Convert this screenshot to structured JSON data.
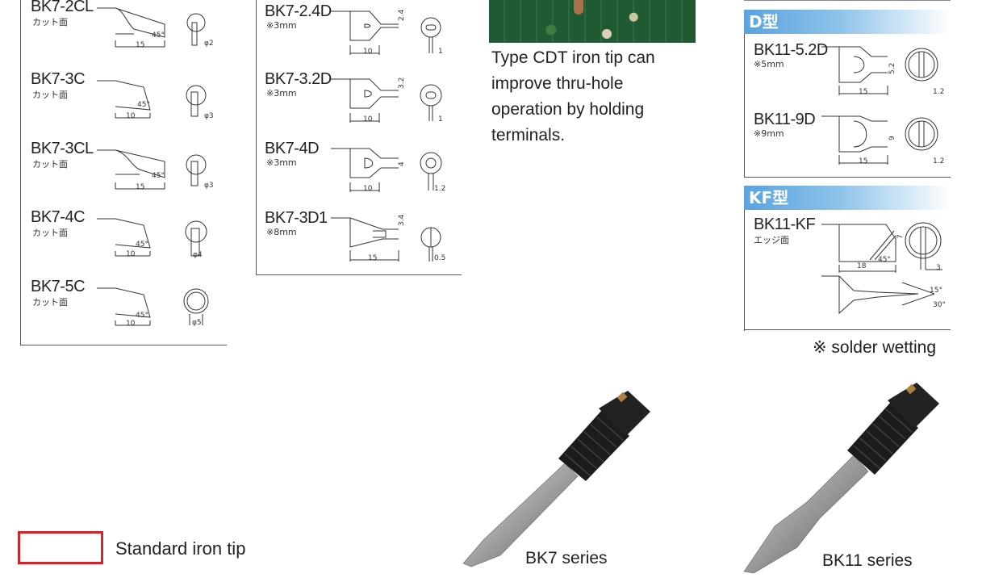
{
  "col1": {
    "tips": [
      {
        "model": "BK7-2CL",
        "sub": "カット面",
        "len": "15",
        "ang": "45°",
        "dia": "φ2"
      },
      {
        "model": "BK7-3C",
        "sub": "カット面",
        "len": "10",
        "ang": "45°",
        "dia": "φ3"
      },
      {
        "model": "BK7-3CL",
        "sub": "カット面",
        "len": "15",
        "ang": "45°",
        "dia": "φ3"
      },
      {
        "model": "BK7-4C",
        "sub": "カット面",
        "len": "10",
        "ang": "45°",
        "dia": "φ4"
      },
      {
        "model": "BK7-5C",
        "sub": "カット面",
        "len": "10",
        "ang": "45°",
        "dia": "φ5"
      }
    ]
  },
  "col2": {
    "tips": [
      {
        "model": "BK7-2.4D",
        "sub": "※3mm",
        "len": "10",
        "h": "2.4",
        "t": "1"
      },
      {
        "model": "BK7-3.2D",
        "sub": "※3mm",
        "len": "10",
        "h": "3.2",
        "t": "1"
      },
      {
        "model": "BK7-4D",
        "sub": "※3mm",
        "len": "10",
        "h": "4",
        "t": "1.2"
      },
      {
        "model": "BK7-3D1",
        "sub": "※8mm",
        "len": "15",
        "h": "3.4",
        "t": "0.5"
      }
    ]
  },
  "cdt": {
    "caption_lines": [
      "Type CDT iron tip can",
      "improve thru-hole",
      "operation by holding",
      "terminals."
    ]
  },
  "col4": {
    "d_head": "D型",
    "d_tips": [
      {
        "model": "BK11-5.2D",
        "sub": "※5mm",
        "len": "15",
        "h": "5.2",
        "t": "1.2"
      },
      {
        "model": "BK11-9D",
        "sub": "※9mm",
        "len": "15",
        "h": "9",
        "t": "1.2"
      }
    ],
    "kf_head": "KF型",
    "kf_tip": {
      "model": "BK11-KF",
      "sub": "エッジ面",
      "len": "18",
      "ang": "45°",
      "h": "7",
      "t": "3",
      "a1": "15°",
      "a2": "30°"
    },
    "note": "※ solder wetting"
  },
  "legend": {
    "label": "Standard iron tip",
    "box_color": "#d0232a"
  },
  "photos": {
    "bk7_label": "BK7 series",
    "bk11_label": "BK11 series"
  }
}
